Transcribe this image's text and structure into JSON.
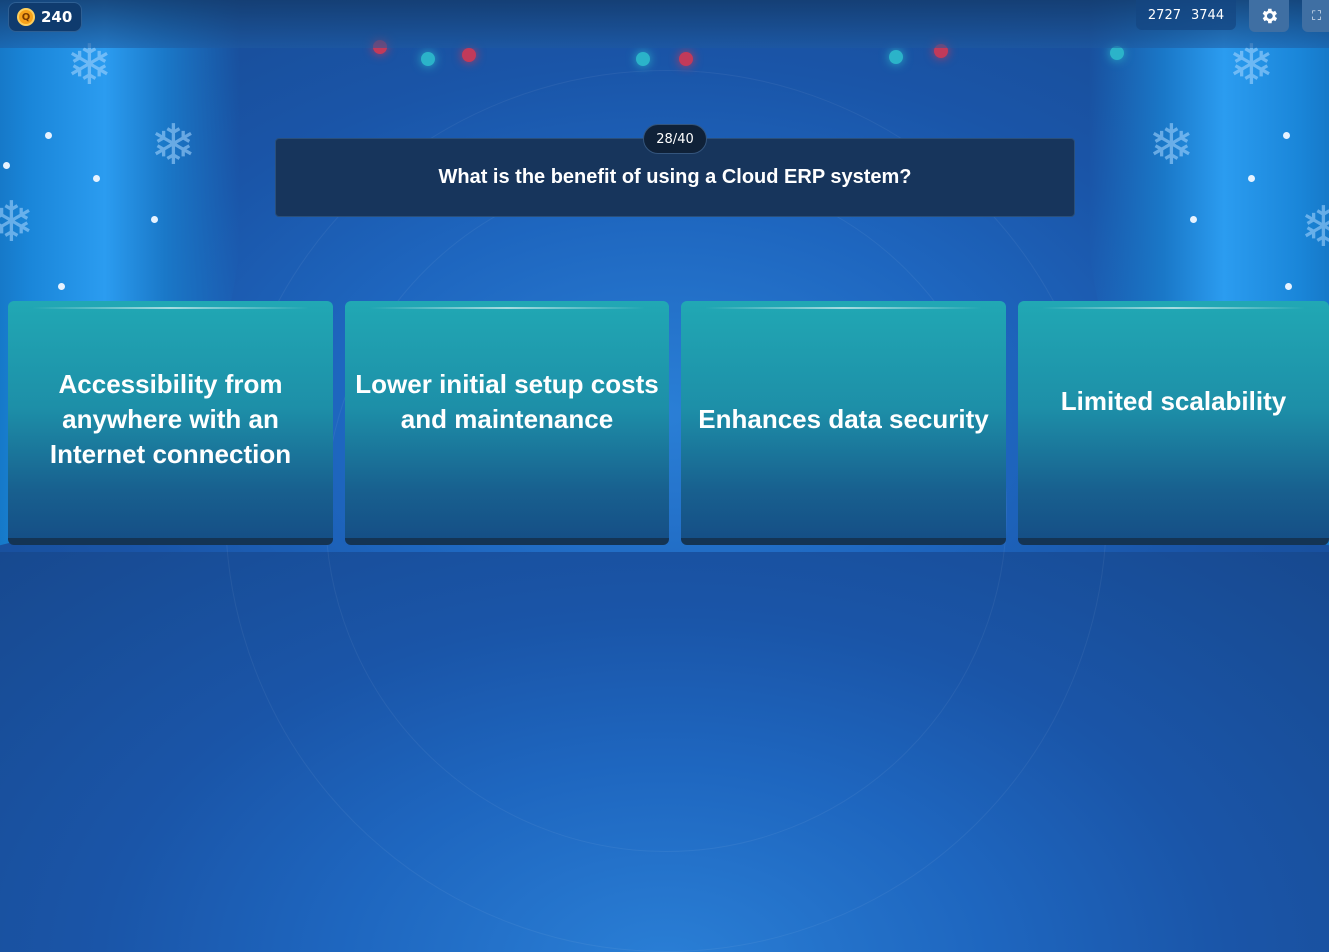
{
  "hud": {
    "coins": "240",
    "coin_icon": "coin-icon",
    "score_left": "2727",
    "score_right": "3744",
    "settings_icon": "gear-icon",
    "fullscreen_icon": "fullscreen-icon"
  },
  "question": {
    "counter": "28/40",
    "text": "What is the benefit of using a Cloud ERP system?"
  },
  "answers": [
    {
      "label": "Accessibility from anywhere with an Internet connection"
    },
    {
      "label": "Lower initial setup costs and maintenance"
    },
    {
      "label": "Enhances data security"
    },
    {
      "label": "Limited scalability"
    }
  ],
  "colors": {
    "background": "#1e66bf",
    "question_box": "#17355c",
    "answer_top": "#21a8b4",
    "answer_bottom": "#154f86"
  }
}
